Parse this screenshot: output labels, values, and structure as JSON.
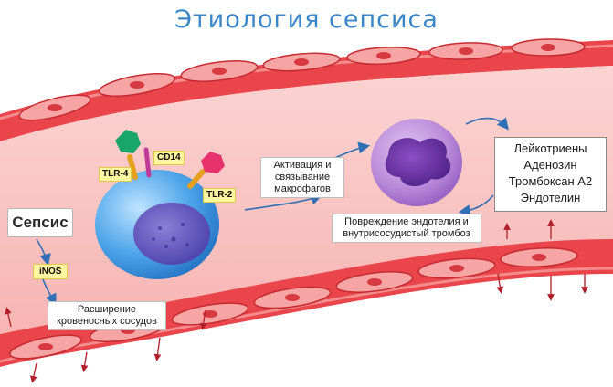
{
  "title": "Этиология сепсиса",
  "sepsis_label": "Сепсис",
  "inos_label": "iNOS",
  "vasodilation_label": "Расширение кровеносных сосудов",
  "receptors": {
    "tlr4": "TLR-4",
    "cd14": "CD14",
    "tlr2": "TLR-2"
  },
  "activation_label": "Активация и связывание макрофагов",
  "damage_label": "Повреждение эндотелия и внутрисосудистый тромбоз",
  "mediators": [
    "Лейкотриены",
    "Аденозин",
    "Тромбоксан А2",
    "Эндотелин"
  ],
  "colors": {
    "title": "#3a86c8",
    "vessel": "#f6b0b0",
    "wall": "#e6454a",
    "macrophage": "#3d9be0",
    "neutrophil": "#7a3fb0",
    "arrow": "#2f6fb5"
  }
}
